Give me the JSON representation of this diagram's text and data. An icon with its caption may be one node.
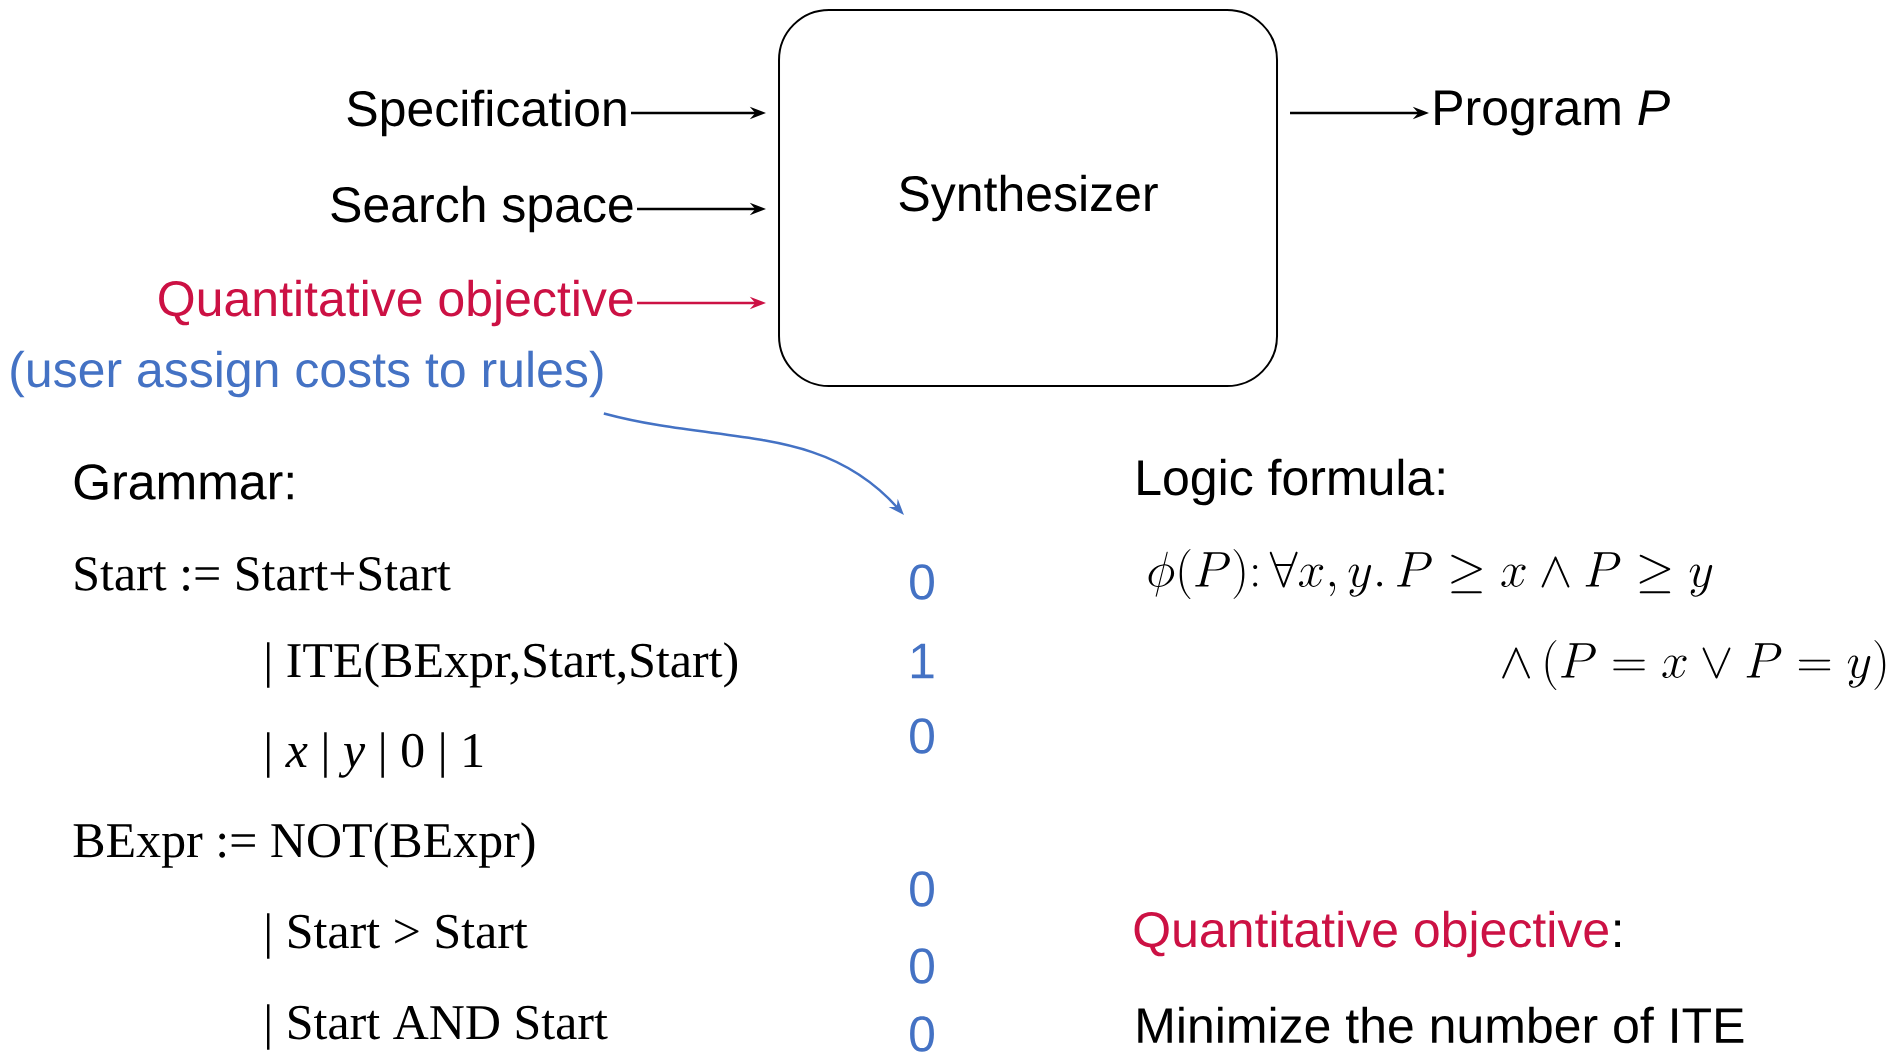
{
  "diagram": {
    "nodes": [
      {
        "text": [
          "Specification"
        ]
      },
      {
        "text": [
          "Search space"
        ]
      },
      {
        "text": [
          "Quantitative objective"
        ]
      },
      {
        "text": [
          "Synthesizer"
        ]
      },
      {
        "text": [
          "Program *P*"
        ]
      },
      {
        "text": [
          "(user assign costs to rules)"
        ]
      }
    ],
    "edges": [
      {
        "from": 0,
        "to": 3,
        "arrow": "to"
      },
      {
        "from": 1,
        "to": 3,
        "arrow": "to"
      },
      {
        "from": 2,
        "to": 3,
        "arrow": "to",
        "color": "#cc1144"
      },
      {
        "from": 3,
        "to": 4,
        "arrow": "to"
      },
      {
        "from": 5,
        "to": null,
        "arrow": "to",
        "color": "#4472c4"
      }
    ],
    "labels": [
      "Grammar:",
      "Start := Start+Start",
      "| ITE(BExpr,Start,Start)",
      "| *x* | *y* | 0 | 1",
      "BExpr := NOT(BExpr)",
      "| Start > Start",
      "| Start AND Start",
      "0",
      "1",
      "0",
      "0",
      "0",
      "0",
      "Logic formula:",
      "\\phi(P)\\colon \\forall x,y.\\,P \\geq x \\land P \\geq y",
      "\\land\\,(P = x \\lor P = y)",
      "Quantitative objective",
      ":",
      "Minimize the number of ITE"
    ]
  }
}
